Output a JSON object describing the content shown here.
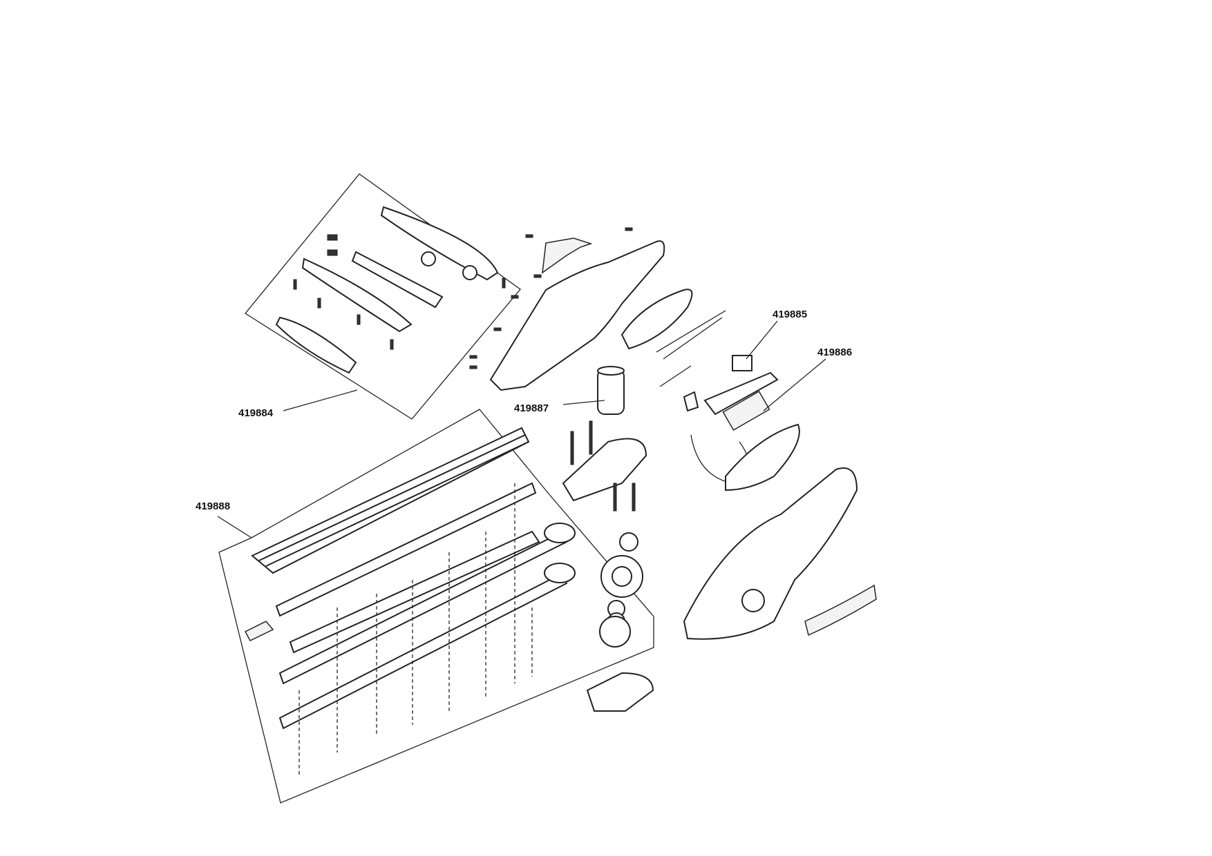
{
  "diagram": {
    "type": "exploded-parts-view",
    "parts": [
      {
        "id": "handle-cover-kit",
        "label": "419884"
      },
      {
        "id": "switch",
        "label": "419885"
      },
      {
        "id": "circuit-board",
        "label": "419886"
      },
      {
        "id": "motor",
        "label": "419887"
      },
      {
        "id": "blade-assembly",
        "label": "419888"
      }
    ]
  }
}
